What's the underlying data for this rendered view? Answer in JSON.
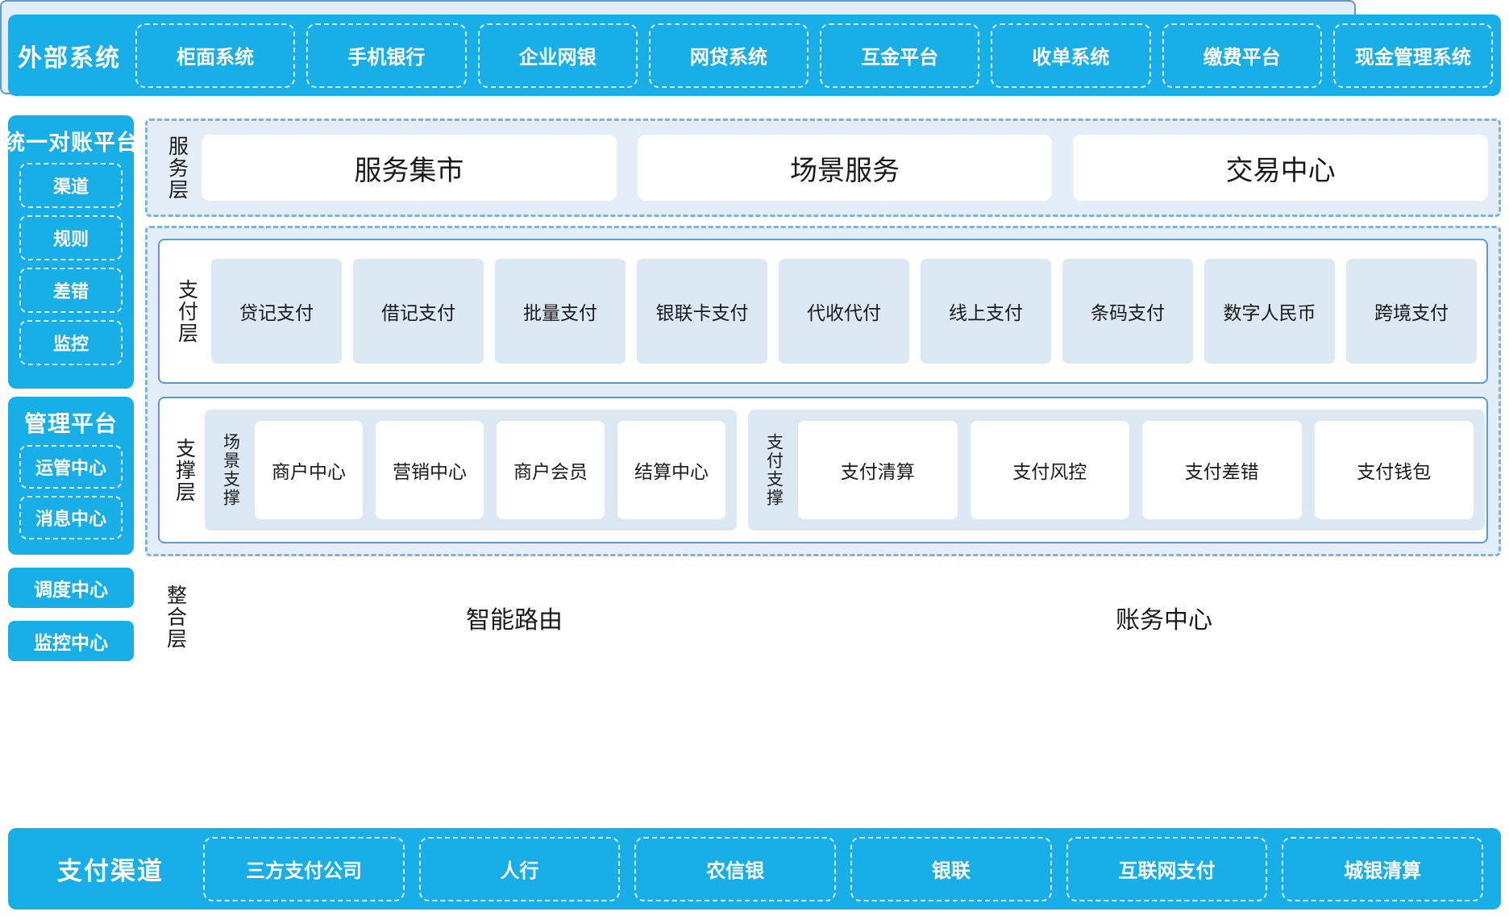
{
  "external_systems": {
    "title": "外部系统",
    "items": [
      "柜面系统",
      "手机银行",
      "企业网银",
      "网贷系统",
      "互金平台",
      "收单系统",
      "缴费平台",
      "现金管理系统"
    ]
  },
  "left_rail": {
    "reconciliation": {
      "title": "统一对账平台",
      "items": [
        "渠道",
        "规则",
        "差错",
        "监控"
      ]
    },
    "management": {
      "title": "管理平台",
      "items": [
        "运管中心",
        "消息中心"
      ]
    },
    "scheduler": "调度中心",
    "monitor": "监控中心"
  },
  "service_layer": {
    "label": "服务层",
    "items": [
      "服务集市",
      "场景服务",
      "交易中心"
    ]
  },
  "payment_layer": {
    "label": "支付层",
    "items": [
      "贷记支付",
      "借记支付",
      "批量支付",
      "银联卡支付",
      "代收代付",
      "线上支付",
      "条码支付",
      "数字人民币",
      "跨境支付"
    ]
  },
  "support_layer": {
    "label": "支撑层",
    "scene_support": {
      "label": "场景支撑",
      "items": [
        "商户中心",
        "营销中心",
        "商户会员",
        "结算中心"
      ]
    },
    "payment_support": {
      "label": "支付支撑",
      "items": [
        "支付清算",
        "支付风控",
        "支付差错",
        "支付钱包"
      ]
    }
  },
  "integration_layer": {
    "label": "整合层",
    "items": [
      "智能路由",
      "账务中心"
    ]
  },
  "payment_channels": {
    "title": "支付渠道",
    "items": [
      "三方支付公司",
      "人行",
      "农信银",
      "银联",
      "互联网支付",
      "城银清算"
    ]
  },
  "colors": {
    "brand_blue": "#18AEE8",
    "panel_border": "#5B9BD5",
    "dashed_border": "#7FB2E0",
    "light_fill": "#DDE8F5",
    "container_fill": "#E3EEF9"
  }
}
